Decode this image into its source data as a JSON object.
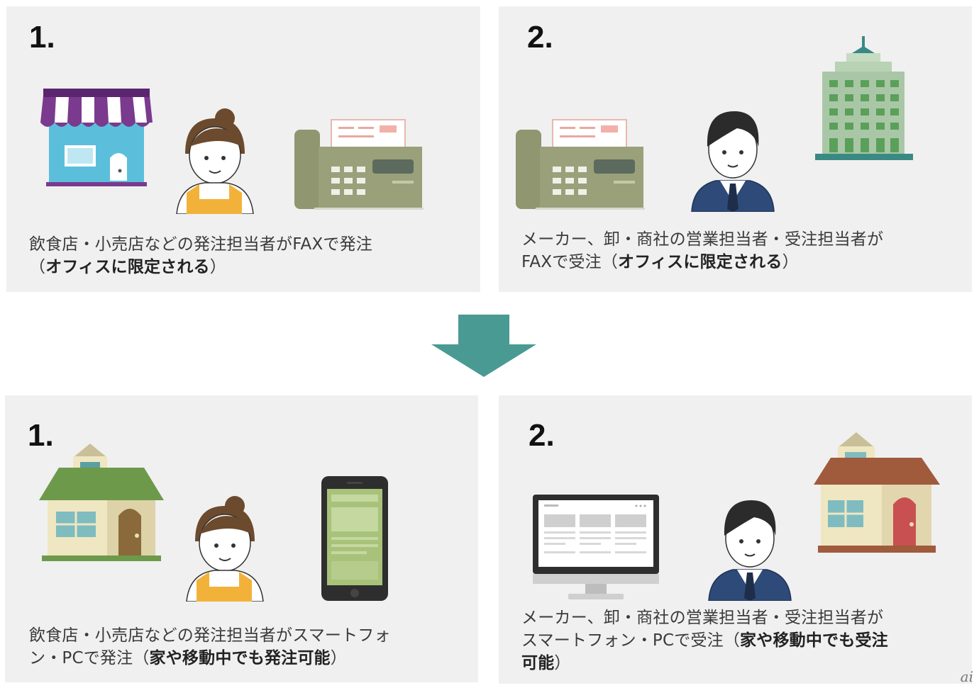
{
  "panels": {
    "p1": {
      "number": "1.",
      "caption_line1": "飲食店・小売店などの発注担当者がFAXで発注",
      "caption_line2_open": "（",
      "caption_line2_bold": "オフィスに限定される",
      "caption_line2_close": "）",
      "icons": [
        "store-icon",
        "female-staff-icon",
        "fax-machine-icon"
      ]
    },
    "p2": {
      "number": "2.",
      "caption_line1": "メーカー、卸・商社の営業担当者・受注担当者が",
      "caption_line2_prefix": "FAXで受注（",
      "caption_line2_bold": "オフィスに限定される",
      "caption_line2_close": "）",
      "icons": [
        "fax-machine-icon",
        "businessman-icon",
        "office-building-icon"
      ]
    },
    "p3": {
      "number": "1.",
      "caption_line1": "飲食店・小売店などの発注担当者がスマートフォ",
      "caption_line2_prefix": "ン・PCで発注（",
      "caption_line2_bold": "家や移動中でも発注可能",
      "caption_line2_close": "）",
      "icons": [
        "house-icon",
        "female-staff-icon",
        "smartphone-icon"
      ]
    },
    "p4": {
      "number": "2.",
      "caption_line1": "メーカー、卸・商社の営業担当者・受注担当者が",
      "caption_line2_prefix": "スマートフォン・PCで受注（",
      "caption_line2_bold": "家や移動中でも受注",
      "caption_line3_bold": "可能",
      "caption_line3_close": "）",
      "icons": [
        "desktop-monitor-icon",
        "businessman-icon",
        "house-icon"
      ]
    }
  },
  "arrow": {
    "icon": "down-arrow-icon",
    "color": "#4a9a94"
  },
  "watermark": "ai",
  "colors": {
    "panel_bg": "#f0f0f0",
    "store_awning": "#7a3a8e",
    "store_wall": "#5bbfdc",
    "fax_body": "#9aa07a",
    "building": "#a9c7a6",
    "suit": "#2e4a78",
    "house_roof_green": "#6d9a4a",
    "house_roof_brown": "#a05a3c"
  }
}
